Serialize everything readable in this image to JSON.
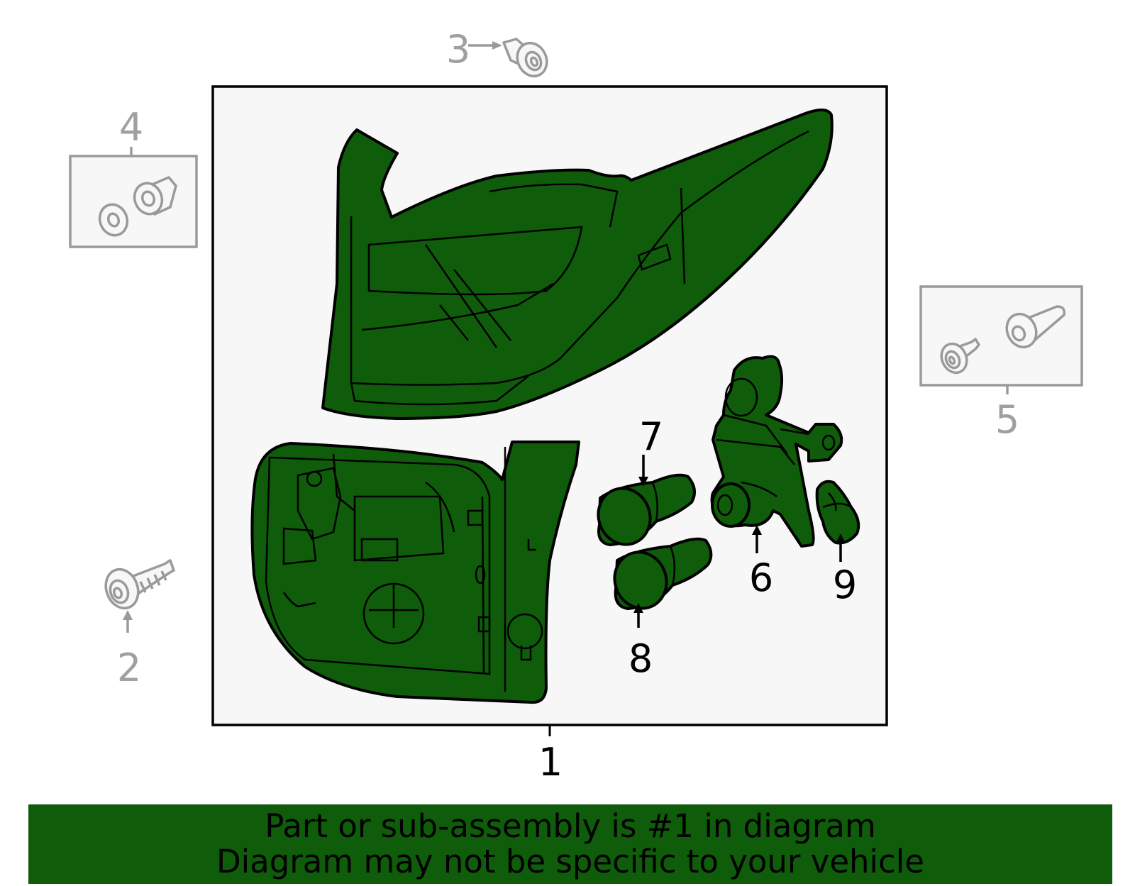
{
  "callouts": {
    "c1": "1",
    "c2": "2",
    "c3": "3",
    "c4": "4",
    "c5": "5",
    "c6": "6",
    "c7": "7",
    "c8": "8",
    "c9": "9"
  },
  "banner": {
    "line1": "Part or sub-assembly is #1 in diagram",
    "line2": "Diagram may not be specific to your vehicle"
  },
  "colors": {
    "part_fill": "#0f5c0a",
    "banner_bg": "#0f5c0a",
    "hardware_gray": "#9a9a9a",
    "panel_bg": "#f7f7f7"
  }
}
